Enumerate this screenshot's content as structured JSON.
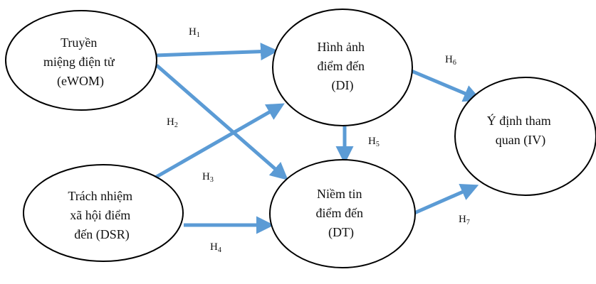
{
  "diagram": {
    "colors": {
      "arrow": "#5b9bd5",
      "node_stroke": "#000000",
      "text": "#111111"
    },
    "nodes": {
      "ewom": {
        "lines": [
          "Truyền",
          "miệng điện tử",
          "(eWOM)"
        ]
      },
      "dsr": {
        "lines": [
          "Trách nhiệm",
          "xã hội điểm",
          "đến (DSR)"
        ]
      },
      "di": {
        "lines": [
          "Hình ảnh",
          "điểm đến",
          "(DI)"
        ]
      },
      "dt": {
        "lines": [
          "Niềm tin",
          "điểm đến",
          "(DT)"
        ]
      },
      "iv": {
        "lines": [
          "Ý định tham",
          "quan (IV)"
        ]
      }
    },
    "hypotheses": {
      "h1": {
        "letter": "H",
        "num": "1"
      },
      "h2": {
        "letter": "H",
        "num": "2"
      },
      "h3": {
        "letter": "H",
        "num": "3"
      },
      "h4": {
        "letter": "H",
        "num": "4"
      },
      "h5": {
        "letter": "H",
        "num": "5"
      },
      "h6": {
        "letter": "H",
        "num": "6"
      },
      "h7": {
        "letter": "H",
        "num": "7"
      }
    }
  }
}
